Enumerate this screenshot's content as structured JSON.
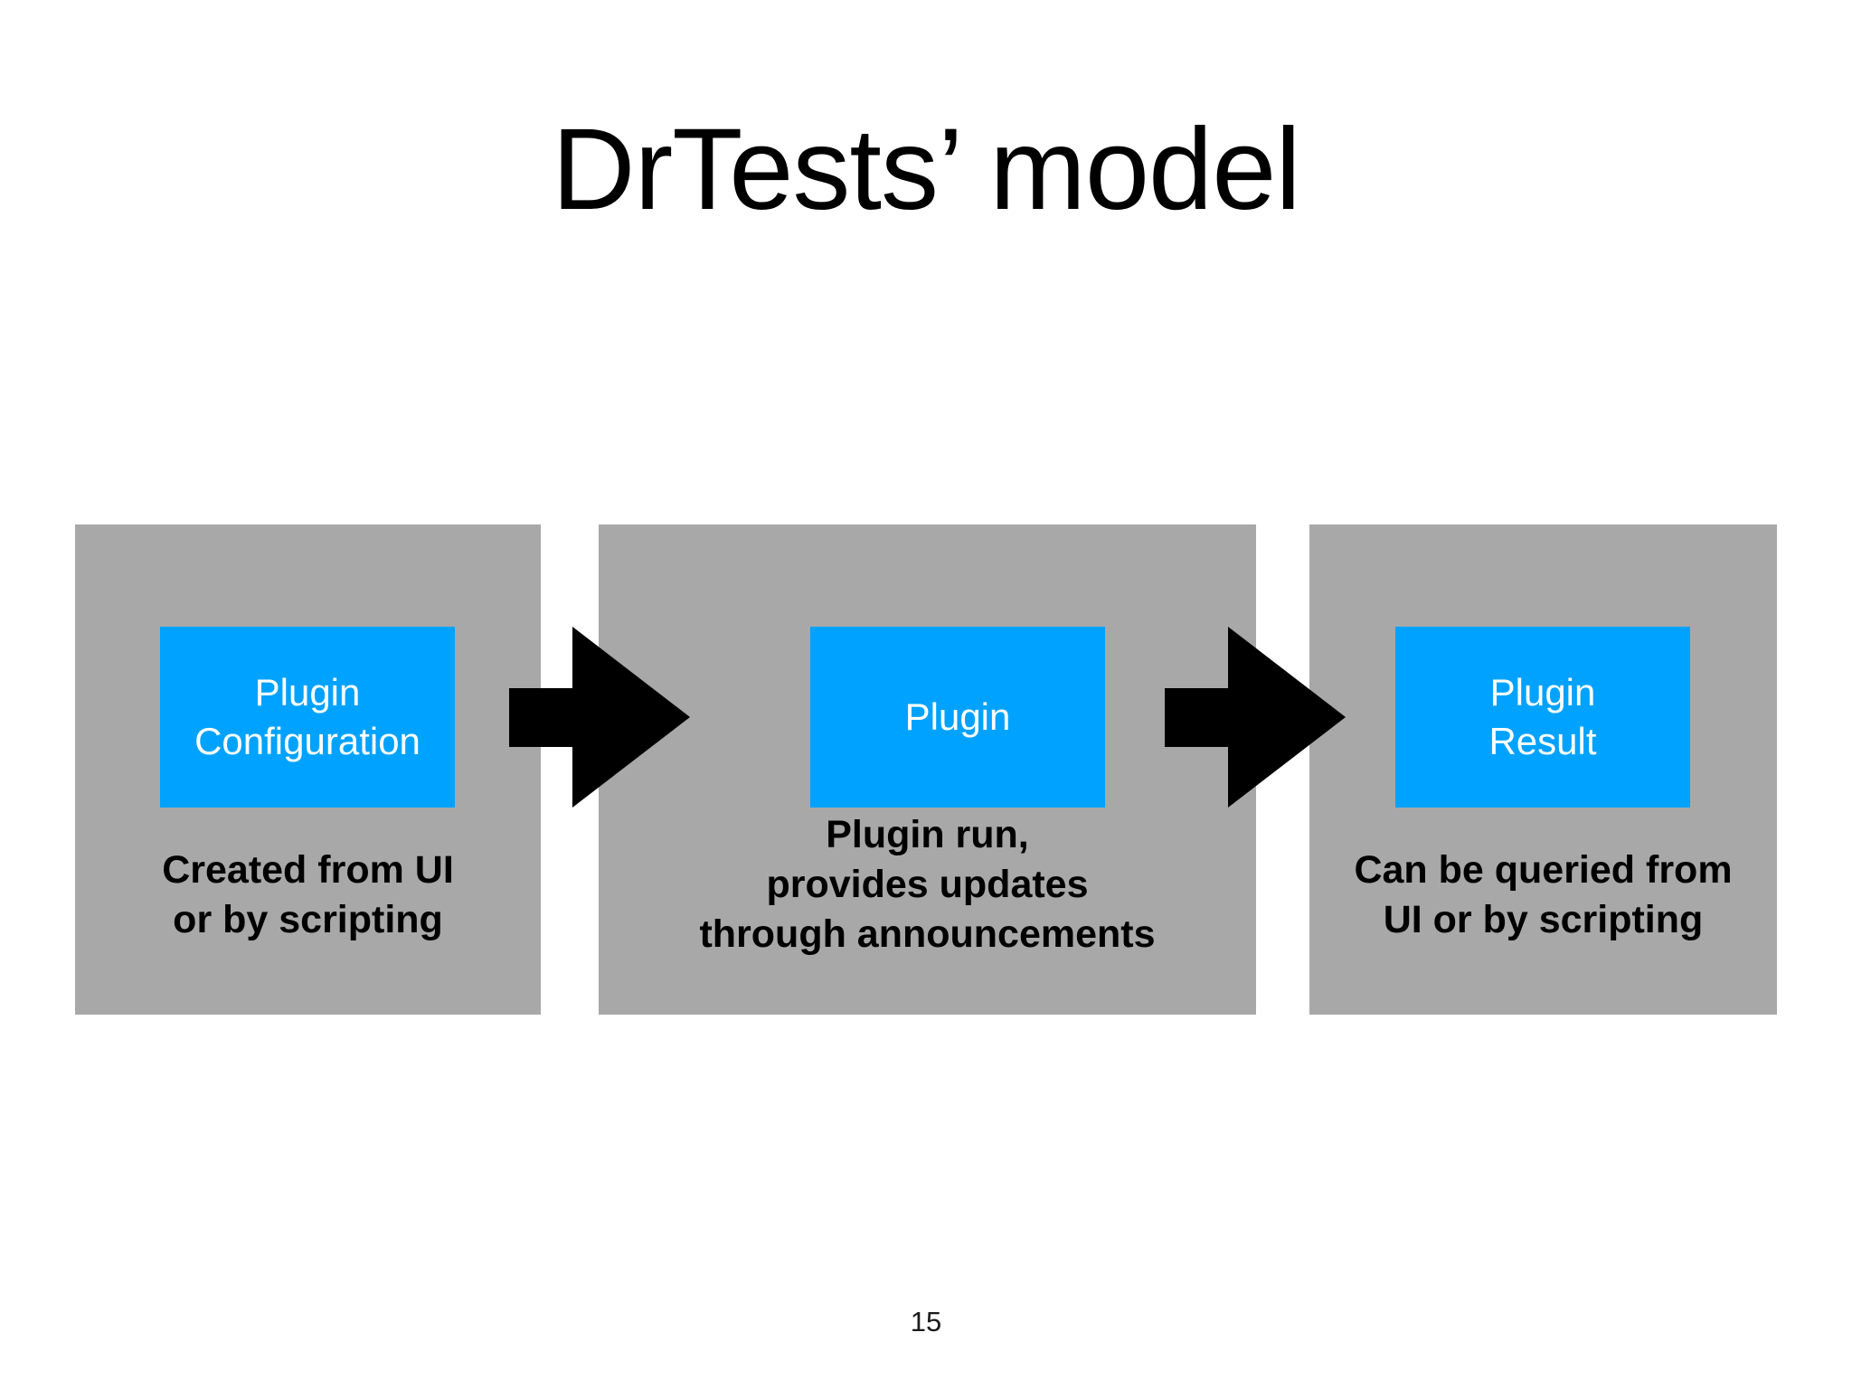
{
  "slide": {
    "title": "DrTests’ model",
    "page_number": "15",
    "background_color": "#ffffff",
    "panel_color": "#a8a8a8",
    "box_color": "#00a2ff",
    "box_text_color": "#ffffff",
    "caption_text_color": "#000000",
    "arrow_color": "#000000"
  },
  "flow": {
    "stages": [
      {
        "box_label": "Plugin\nConfiguration",
        "caption": "Created from UI\nor by scripting"
      },
      {
        "box_label": "Plugin",
        "caption": "Plugin run,\nprovides updates\nthrough announcements"
      },
      {
        "box_label": "Plugin\nResult",
        "caption": "Can be queried from\nUI or by scripting"
      }
    ],
    "connectors": [
      {
        "icon": "arrow-right-icon",
        "from": "Plugin Configuration",
        "to": "Plugin"
      },
      {
        "icon": "arrow-right-icon",
        "from": "Plugin",
        "to": "Plugin Result"
      }
    ]
  }
}
